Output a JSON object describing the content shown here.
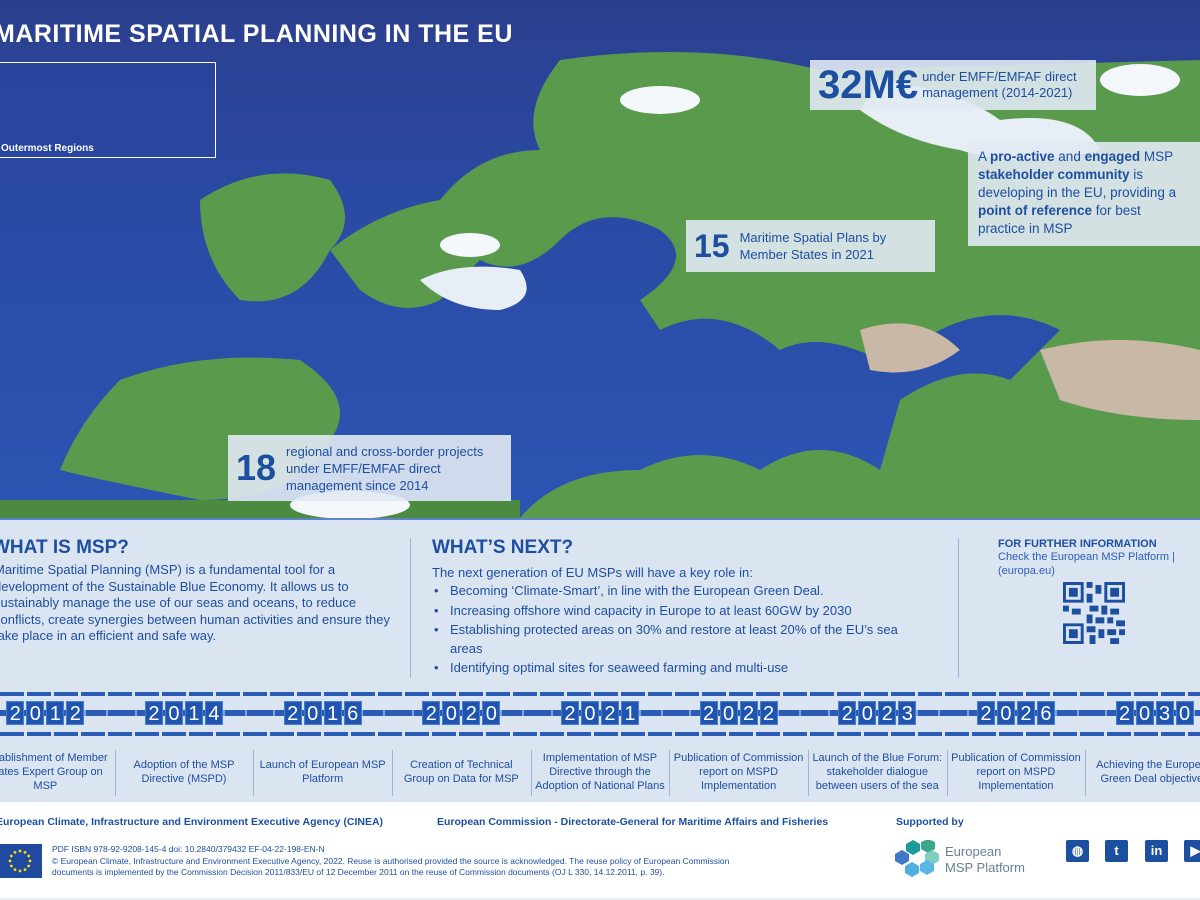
{
  "title": "MARITIME SPATIAL PLANNING IN THE EU",
  "inset_label": "Outermost Regions",
  "stats": {
    "budget": {
      "value": "32M€",
      "text": "under EMFF/EMFAF direct management (2014-2021)"
    },
    "community": {
      "parts": [
        "A ",
        "pro-active",
        " and ",
        "engaged",
        " MSP ",
        "stakeholder community",
        " is developing in the EU, providing a ",
        "point of reference",
        " for best practice in MSP"
      ]
    },
    "plans": {
      "value": "15",
      "text": "Maritime Spatial Plans by Member States in 2021"
    },
    "projects": {
      "value": "18",
      "text": "regional and cross-border projects under EMFF/EMFAF direct management since 2014"
    }
  },
  "what": {
    "heading": "WHAT IS MSP?",
    "text": "Maritime Spatial Planning (MSP) is a fundamental tool for a development of the Sustainable Blue Economy. It allows us to sustainably manage the use of our seas and oceans, to reduce conflicts, create synergies between human activities and ensure they take place in an efficient and safe way."
  },
  "next": {
    "heading": "WHAT’S NEXT?",
    "intro": "The next generation of EU MSPs will have a key role in:",
    "items": [
      "Becoming ‘Climate-Smart’, in line with the European Green Deal.",
      "Increasing offshore wind capacity in Europe to at least 60GW by 2030",
      "Establishing protected areas on 30% and restore at least 20% of the EU’s sea areas",
      "Identifying optimal sites for seaweed farming and multi-use"
    ]
  },
  "info": {
    "heading": "FOR FURTHER INFORMATION",
    "link": "Check the European MSP Platform | (europa.eu)"
  },
  "timeline": [
    {
      "year": "2012",
      "text": "Establishment of Member States Expert Group on MSP"
    },
    {
      "year": "2014",
      "text": "Adoption of the MSP Directive (MSPD)"
    },
    {
      "year": "2016",
      "text": "Launch of European MSP Platform"
    },
    {
      "year": "2020",
      "text": "Creation of Technical Group on Data for MSP"
    },
    {
      "year": "2021",
      "text": "Implementation of MSP Directive through the Adoption of National Plans"
    },
    {
      "year": "2022",
      "text": "Publication of Commission report on MSPD Implementation"
    },
    {
      "year": "2023",
      "text": "Launch of the Blue Forum: stakeholder dialogue between users of the sea"
    },
    {
      "year": "2026",
      "text": "Publication of Commission report on MSPD Implementation"
    },
    {
      "year": "2030",
      "text": "Achieving the European Green Deal objectives"
    }
  ],
  "footer": {
    "agency": "European Climate, Infrastructure and Environment Executive Agency (CINEA)",
    "dg": "European Commission - Directorate-General for Maritime Affairs and Fisheries",
    "supported": "Supported by",
    "isbn": "PDF ISBN 978-92-9208-145-4  doi: 10.2840/379432 EF-04-22-198-EN-N",
    "legal": "© European Climate, Infrastructure and Environment Executive Agency, 2022. Reuse is authorised provided the source is acknowledged. The reuse policy of European Commission documents is implemented by the Commission Decision 2011/833/EU of 12 December 2011 on the reuse of Commission documents (OJ L 330, 14.12.2011, p. 39).",
    "platform_logo": "European MSP Platform",
    "social": [
      "globe-icon",
      "twitter-icon",
      "linkedin-icon",
      "youtube-icon"
    ]
  },
  "colors": {
    "brand_blue": "#1d4fa0",
    "sea": "#2a4aa4",
    "land": "#5a9a4c",
    "panel": "#dbe5f1"
  }
}
